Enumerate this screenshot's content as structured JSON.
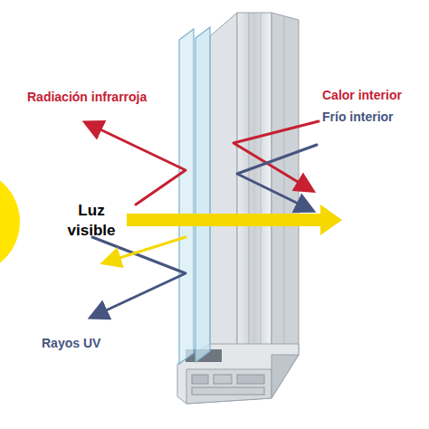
{
  "diagram": {
    "labels": [
      "Radiación infrarroja",
      "Calor interior",
      "Frío interior",
      "Luz visible",
      "Rayos UV"
    ]
  }
}
